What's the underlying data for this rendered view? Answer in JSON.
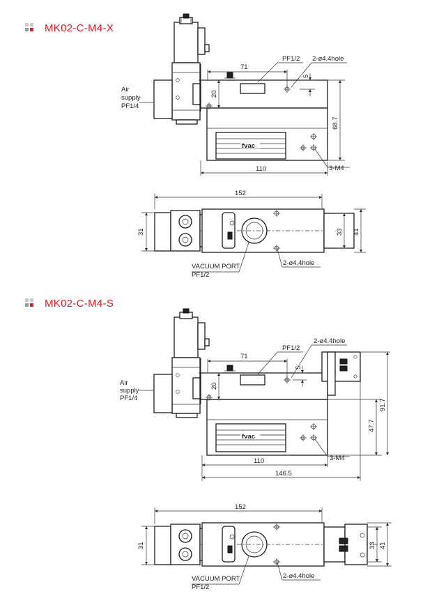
{
  "colors": {
    "title": "#e01b22",
    "icon_light": "#c9c9c9",
    "icon_mid": "#9a9a9a",
    "icon_accent": "#e01b22",
    "line": "#2a2a2a"
  },
  "sections": [
    {
      "title": "MK02-C-M4-X",
      "side_labels": {
        "air_supply_1": "Air",
        "air_supply_2": "supply",
        "air_supply_3": "PF1/4",
        "pf": "PF1/2",
        "holes": "2-ø4.4hole",
        "m4": "3-M4",
        "brand": "fvac"
      },
      "side_dims": {
        "d71": "71",
        "d5": "5",
        "d20": "20",
        "d68_7": "68.7",
        "d110": "110"
      },
      "top_labels": {
        "vac_port_1": "VACUUM  PORT",
        "vac_port_2": "PF1/2",
        "holes": "2-ø4.4hole"
      },
      "top_dims": {
        "d152": "152",
        "d31": "31",
        "d33": "33",
        "d41": "41"
      }
    },
    {
      "title": "MK02-C-M4-S",
      "side_labels": {
        "air_supply_1": "Air",
        "air_supply_2": "supply",
        "air_supply_3": "PF1/4",
        "pf": "PF1/2",
        "holes": "2-ø4.4hole",
        "m4": "3-M4",
        "brand": "fvac"
      },
      "side_dims": {
        "d71": "71",
        "d5": "5",
        "d20": "20",
        "d47_7": "47.7",
        "d91_7": "91.7",
        "d110": "110",
        "d146_5": "146.5"
      },
      "top_labels": {
        "vac_port_1": "VACUUM  PORT",
        "vac_port_2": "PF1/2",
        "holes": "2-ø4.4hole"
      },
      "top_dims": {
        "d152": "152",
        "d31": "31",
        "d33": "33",
        "d41": "41"
      }
    }
  ]
}
